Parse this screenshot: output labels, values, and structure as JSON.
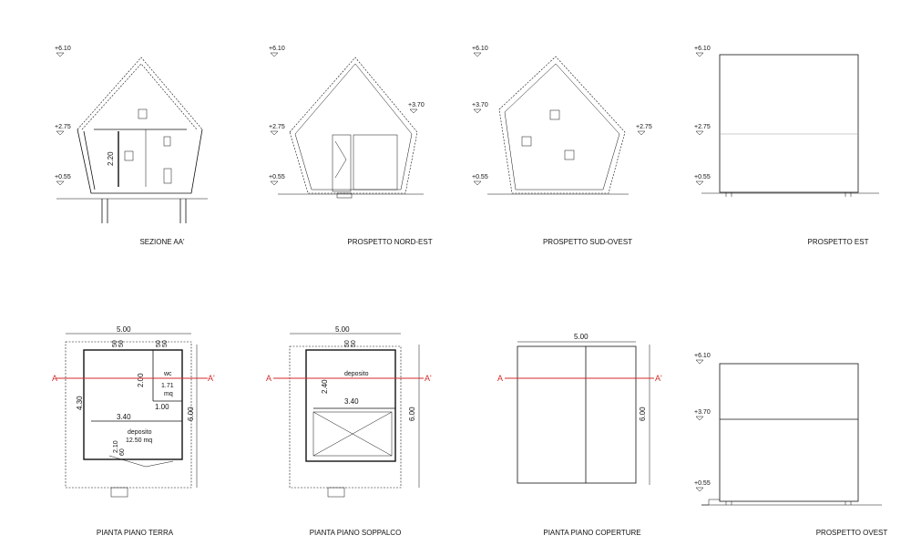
{
  "captions": {
    "sezione": "SEZIONE AA'",
    "prospetto_nord_est": "PROSPETTO NORD-EST",
    "prospetto_sud_ovest": "PROSPETTO SUD-OVEST",
    "prospetto_est": "PROSPETTO EST",
    "pianta_terra": "PIANTA PIANO TERRA",
    "pianta_soppalco": "PIANTA PIANO  SOPPALCO",
    "pianta_coperture": "PIANTA PIANO  COPERTURE",
    "prospetto_ovest": "PROSPETTO OVEST"
  },
  "levels": {
    "top": "+6.10",
    "mid": "+2.75",
    "side": "+3.70",
    "ground": "+0.55"
  },
  "dimensions": {
    "section_height": "2.20",
    "plan_width": "5.00",
    "plan_depth": "6.00",
    "terra_inner_width": "3.40",
    "terra_height": "4.30",
    "terra_wc_dim": "2.00",
    "terra_small": "1.00",
    "terra_stair": "2.10",
    "terra_stair_b": "60",
    "terra_top_a": "50",
    "terra_top_b": "50",
    "terra_top_c": "50",
    "terra_top_d": "50",
    "soppalco_inner_width": "3.40",
    "soppalco_height": "2.40",
    "soppalco_top_a": "50",
    "soppalco_top_b": "50"
  },
  "rooms": {
    "wc": "wc",
    "wc_area": "1.71",
    "wc_unit": "mq",
    "deposito": "deposito",
    "deposito_area": "12.50 mq",
    "soppalco_deposito": "deposito"
  },
  "section_marks": {
    "left": "A",
    "right": "A'"
  },
  "colors": {
    "section_line": "#d42a2a",
    "ink": "#111111"
  }
}
